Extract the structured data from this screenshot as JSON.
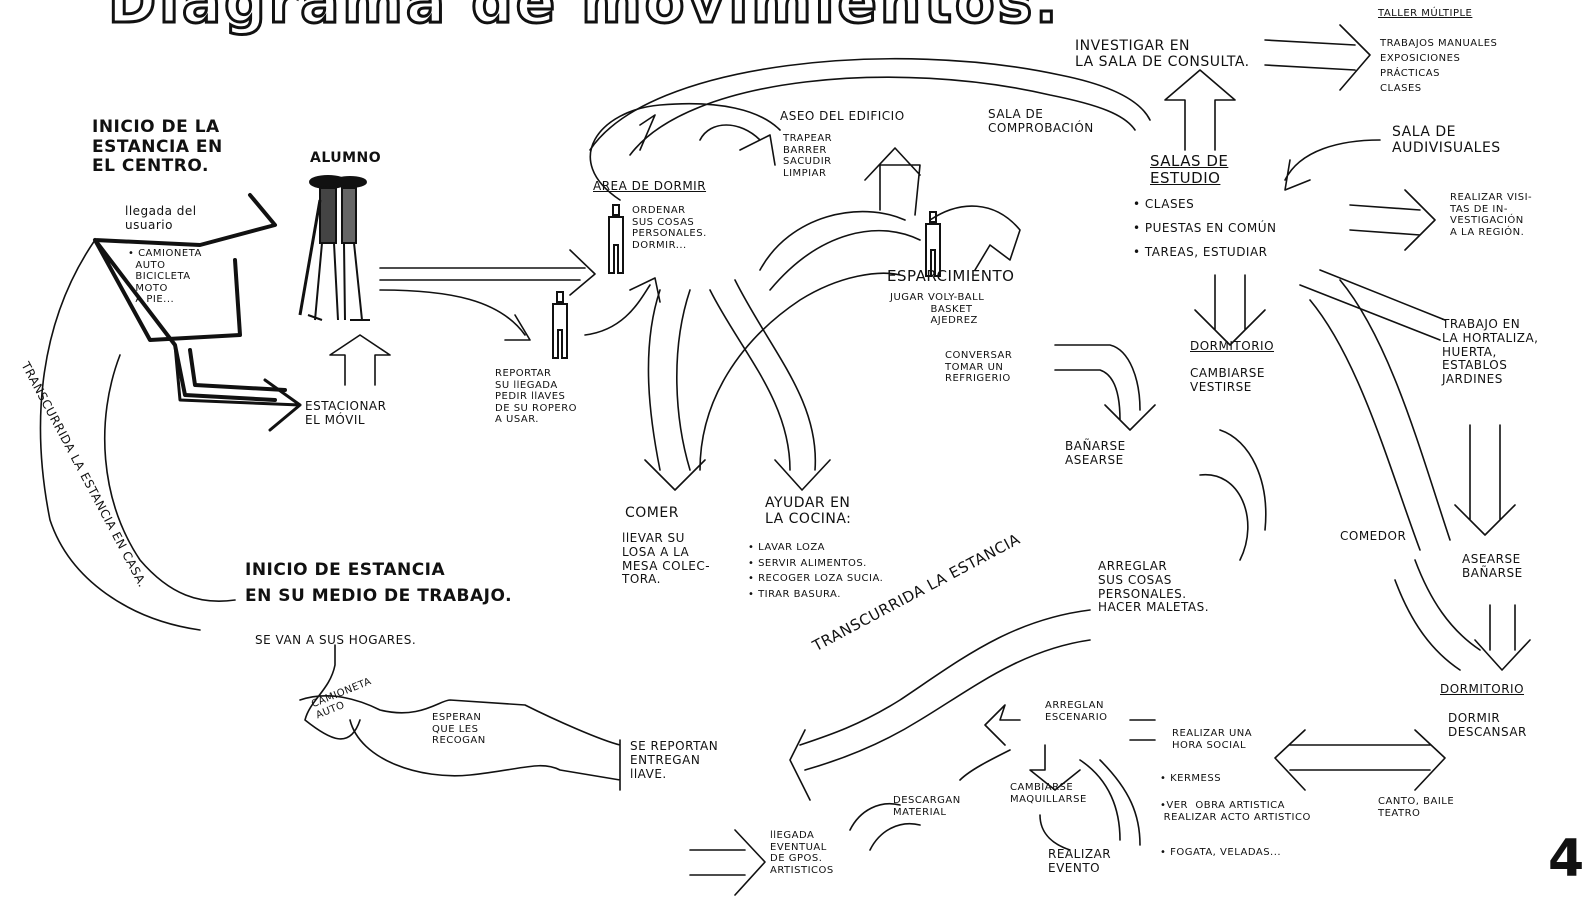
{
  "title": "Diagrama de movimientos.",
  "inicio_centro": {
    "title": "INICIO DE LA\nESTANCIA EN\nEL CENTRO.",
    "alumno": "ALUMNO",
    "llegada": "llegada del\nusuario",
    "modos": "• CAMIONETA\n  AUTO\n  BICICLETA\n  MOTO\n  A PIE...",
    "estacionar": "ESTACIONAR\nEL MÓVIL"
  },
  "reportar": "REPORTAR\nSU llEGADA\nPEDIR llAVES\nDE SU ROPERO\nA USAR.",
  "area_dormir": {
    "title": "AREA DE DORMIR",
    "items": "ORDENAR\nSUS COSAS\nPERSONALES.\nDORMIR..."
  },
  "aseo": {
    "title": "ASEO DEL EDIFICIO",
    "items": "TRAPEAR\nBARRER\nSACUDIR\nLIMPIAR"
  },
  "esparcimiento": {
    "title": "ESPARCIMIENTO",
    "jugar": "JUGAR VOLY-BALL\n           BASKET\n           AJEDREZ",
    "conversar": "CONVERSAR\nTOMAR UN\nREFRIGERIO"
  },
  "comer": {
    "title": "COMER",
    "items": "llEVAR SU\nLOSA A LA\nMESA COLEC-\nTORA."
  },
  "cocina": {
    "title": "AYUDAR EN\nLA COCINA:",
    "items": "• LAVAR LOZA\n• SERVIR ALIMENTOS.\n• RECOGER LOZA SUCIA.\n• TIRAR BASURA."
  },
  "sala_comprobacion": "SALA DE\nCOMPROBACIÓN",
  "investigar": "INVESTIGAR EN\nLA SALA DE CONSULTA.",
  "taller": {
    "title": "TALLER MÚLTIPLE",
    "items": "TRABAJOS MANUALES\nEXPOSICIONES\nPRÁCTICAS\nCLASES"
  },
  "audiovisuales": "SALA DE\nAUDIVISUALES",
  "salas_estudio": {
    "title": "SALAS DE\nESTUDIO",
    "items": "• CLASES\n• PUESTAS EN COMÚN\n• TAREAS, ESTUDIAR"
  },
  "visitas": "REALIZAR VISI-\nTAS DE IN-\nVESTIGACIÓN\nA LA REGIÓN.",
  "hortaliza": "TRABAJO EN\nLA HORTALIZA,\nHUERTA,\nESTABLOS\nJARDINES",
  "dormitorio1": {
    "title": "DORMITORIO",
    "items": "CAMBIARSE\nVESTIRSE"
  },
  "banarse": "BAÑARSE\nASEARSE",
  "comedor": "COMEDOR",
  "asearse2": "ASEARSE\nBAÑARSE",
  "dormitorio2": {
    "title": "DORMITORIO",
    "items": "DORMIR\nDESCANSAR"
  },
  "arreglar": "ARREGLAR\nSUS COSAS\nPERSONALES.\nHACER MALETAS.",
  "transcurrida_main": "TRANSCURRIDA LA ESTANCIA",
  "transcurrida_casa": "TRANSCURRIDA LA ESTANCIA EN CASA.",
  "inicio_trabajo": {
    "title": "INICIO DE ESTANCIA\nEN SU MEDIO DE TRABAJO.",
    "sub": "SE VAN A SUS HOGARES."
  },
  "camioneta": "CAMIONETA\nAUTO",
  "esperan": "ESPERAN\nQUE LES\nRECOGAN",
  "se_reportan": "SE REPORTAN\nENTREGAN\nllAVE.",
  "llegada_grupos": "llEGADA\nEVENTUAL\nDE GPOS.\nARTISTICOS",
  "descargan": "DESCARGAN\nMATERIAL",
  "escenario": "ARREGLAN\nESCENARIO",
  "cambiarse": "CAMBIARSE\nMAQUILLARSE",
  "evento": "REALIZAR\nEVENTO",
  "hora_social": {
    "title": "REALIZAR UNA\nHORA SOCIAL",
    "kermess": "• KERMESS",
    "obra": "•VER  OBRA ARTISTICA\n REALIZAR ACTO ARTISTICO",
    "canto": "CANTO, BAILE\nTEATRO",
    "fogata": "• FOGATA, VELADAS..."
  },
  "page_number": "4"
}
